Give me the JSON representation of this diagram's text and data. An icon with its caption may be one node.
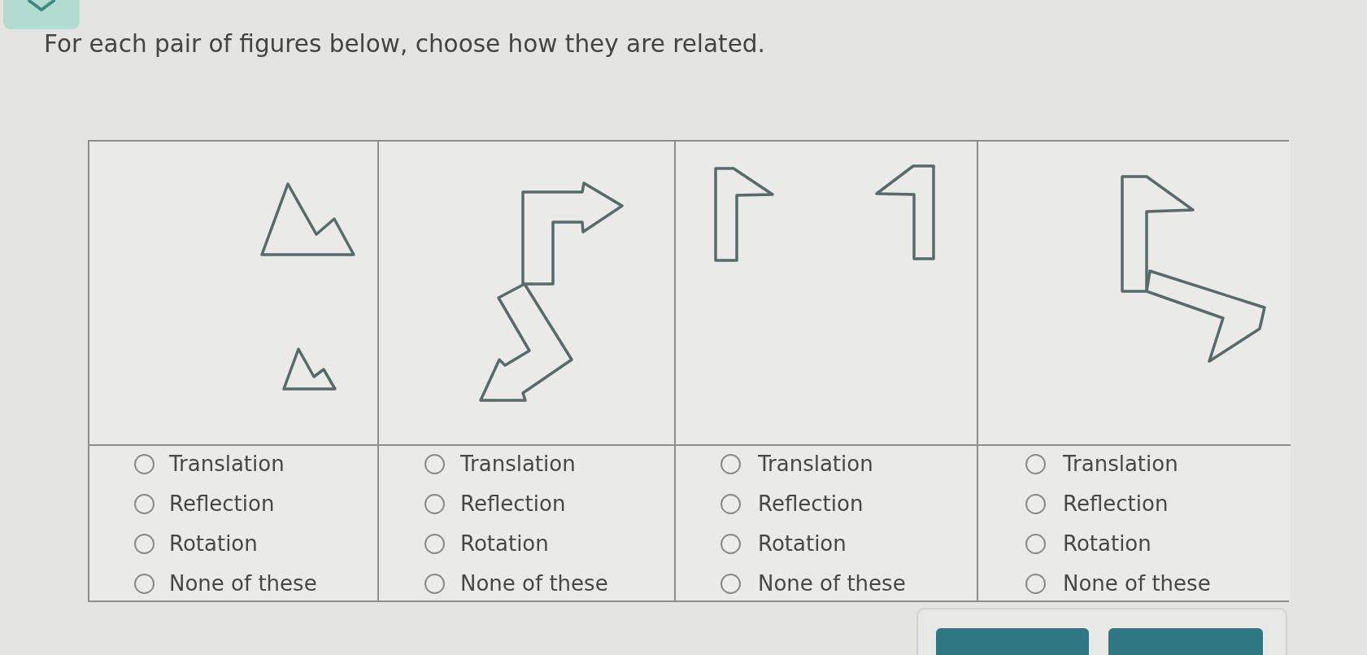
{
  "diagram": {
    "title": "For each pair of figures below, choose how they are related.",
    "labels": [
      "Translation",
      "Reflection",
      "Rotation",
      "None of these",
      "Translation",
      "Reflection",
      "Rotation",
      "None of these",
      "Translation",
      "Reflection",
      "Rotation",
      "None of these",
      "Translation",
      "Reflection",
      "Rotation",
      "None of these"
    ]
  }
}
